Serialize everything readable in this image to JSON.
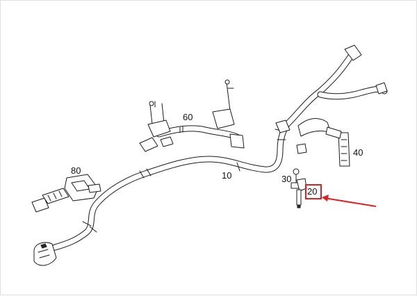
{
  "diagram": {
    "callouts": {
      "harness": "10",
      "sensor": "20",
      "bolt": "30",
      "bracket": "40",
      "branch_harness": "60",
      "connector_bracket": "80"
    },
    "highlight_color": "#e02020",
    "arrow_color": "#e02020"
  }
}
